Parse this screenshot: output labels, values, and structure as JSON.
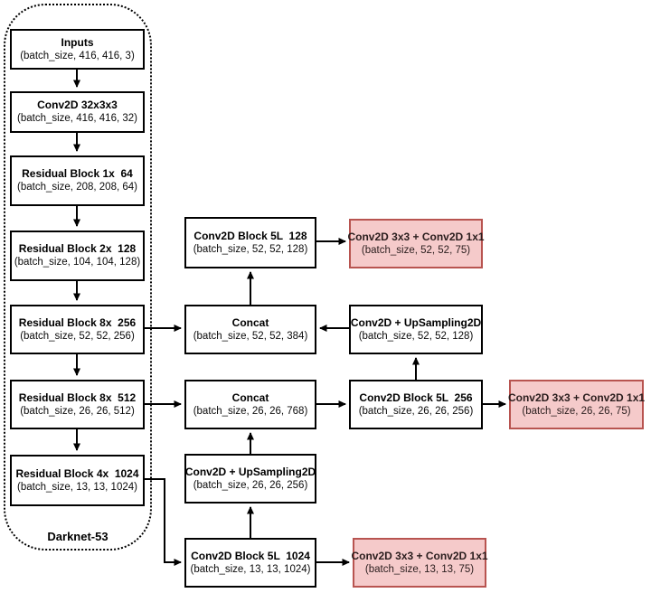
{
  "backbone": {
    "label": "Darknet-53"
  },
  "colors": {
    "box_border": "#000000",
    "arrow": "#000000",
    "head_fill": "#f5caca",
    "head_border": "#b85450",
    "head_text": "#2a1d1d"
  },
  "nodes": {
    "inputs": {
      "title": "Inputs",
      "shape": "(batch_size, 416, 416, 3)"
    },
    "conv32": {
      "title": "Conv2D 32x3x3",
      "shape": "(batch_size, 416, 416, 32)"
    },
    "res1": {
      "title": "Residual Block 1x  64",
      "shape": "(batch_size, 208, 208, 64)"
    },
    "res2": {
      "title": "Residual Block 2x  128",
      "shape": "(batch_size, 104, 104, 128)"
    },
    "res8a": {
      "title": "Residual Block 8x  256",
      "shape": "(batch_size, 52, 52, 256)"
    },
    "res8b": {
      "title": "Residual Block 8x  512",
      "shape": "(batch_size, 26, 26, 512)"
    },
    "res4": {
      "title": "Residual Block 4x  1024",
      "shape": "(batch_size, 13, 13, 1024)"
    },
    "conv5l_128": {
      "title": "Conv2D Block 5L  128",
      "shape": "(batch_size, 52, 52, 128)"
    },
    "concat_52": {
      "title": "Concat",
      "shape": "(batch_size, 52, 52, 384)"
    },
    "concat_26": {
      "title": "Concat",
      "shape": "(batch_size, 26, 26, 768)"
    },
    "upsample_26": {
      "title": "Conv2D + UpSampling2D",
      "shape": "(batch_size, 26, 26, 256)"
    },
    "conv5l_1024": {
      "title": "Conv2D Block 5L  1024",
      "shape": "(batch_size, 13, 13, 1024)"
    },
    "head_52": {
      "title": "Conv2D 3x3 + Conv2D 1x1",
      "shape": "(batch_size, 52, 52, 75)"
    },
    "upsample_52": {
      "title": "Conv2D + UpSampling2D",
      "shape": "(batch_size, 52, 52, 128)"
    },
    "conv5l_256": {
      "title": "Conv2D Block 5L  256",
      "shape": "(batch_size, 26, 26, 256)"
    },
    "head_26": {
      "title": "Conv2D 3x3 + Conv2D 1x1",
      "shape": "(batch_size, 26, 26, 75)"
    },
    "head_13": {
      "title": "Conv2D 3x3 + Conv2D 1x1",
      "shape": "(batch_size, 13, 13, 75)"
    }
  }
}
